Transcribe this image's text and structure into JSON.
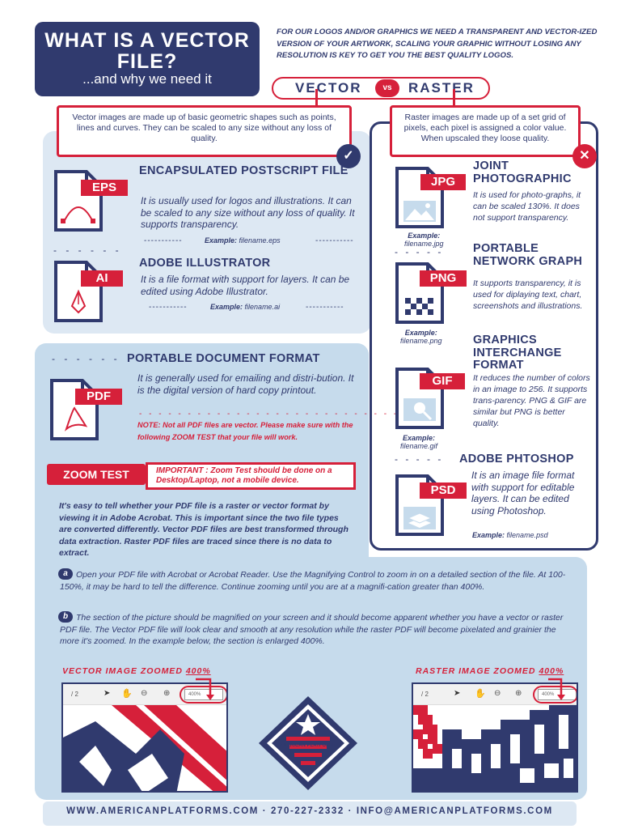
{
  "header": {
    "title": "WHAT IS A VECTOR FILE?",
    "subtitle": "...and why we need it",
    "intro": "FOR OUR LOGOS AND/OR GRAPHICS WE NEED A TRANSPARENT AND VECTOR-IZED VERSION OF YOUR ARTWORK, SCALING YOUR GRAPHIC WITHOUT LOSING ANY RESOLUTION IS KEY TO GET YOU THE BEST QUALITY LOGOS."
  },
  "banner": {
    "vector": "VECTOR",
    "vs": "vs",
    "raster": "RASTER"
  },
  "vector_callout": "Vector images are made up of basic geometric shapes such as points, lines and curves. They can be scaled to any size without any loss of quality.",
  "raster_callout": "Raster images are made up of a set grid of pixels, each pixel is assigned a color value. When upscaled they loose quality.",
  "vector_formats": [
    {
      "tag": "EPS",
      "title": "ENCAPSULATED POSTSCRIPT FILE",
      "body": "It is usually used for logos and illustrations. It can be scaled to any size without any loss of quality. It supports transparency.",
      "example_label": "Example:",
      "example_file": "filename.eps"
    },
    {
      "tag": "AI",
      "title": "ADOBE ILLUSTRATOR",
      "body": "It is a file format with support for layers. It can be edited using Adobe Illustrator.",
      "example_label": "Example:",
      "example_file": "filename.ai"
    }
  ],
  "pdf": {
    "tag": "PDF",
    "title": "PORTABLE DOCUMENT FORMAT",
    "body": "It is generally used for emailing and distri-bution. It is the digital  version of hard copy printout.",
    "note": "NOTE:  Not all PDF files are vector. Please make sure with the following ZOOM TEST that your file will work."
  },
  "zoom_test": {
    "tag": "ZOOM TEST",
    "important": "IMPORTANT :  Zoom Test should be done on a Desktop/Laptop, not a mobile device.",
    "paragraph": "It's easy to tell whether your PDF file is a raster or vector format by viewing it in Adobe Acrobat.  This is important since the two file types are converted differently. Vector PDF files are best transformed through data extraction. Raster PDF files are traced since there is no data to extract."
  },
  "raster_formats": [
    {
      "tag": "JPG",
      "title": "JOINT PHOTOGRAPHIC",
      "body": "It is used for photo-graphs, it can  be scaled 130%.  It does not support transparency.",
      "example_label": "Example:",
      "example_file": "filename.jpg"
    },
    {
      "tag": "PNG",
      "title": "PORTABLE NETWORK GRAPH",
      "body": "It supports transparency, it is used for diplaying text, chart, screenshots and illustrations.",
      "example_label": "Example:",
      "example_file": "filename.png"
    },
    {
      "tag": "GIF",
      "title": "GRAPHICS INTERCHANGE FORMAT",
      "body": "It reduces the number of colors in an image to 256. It supports trans-parency. PNG & GIF are similar but PNG is better quality.",
      "example_label": "Example:",
      "example_file": "filename.gif"
    },
    {
      "tag": "PSD",
      "title": "ADOBE PHTOSHOP",
      "body": "It is an image file format with support for editable layers. It can be edited using Photoshop.",
      "example_label": "Example:",
      "example_file": "filename.psd"
    }
  ],
  "steps": [
    {
      "letter": "a",
      "text": "Open your PDF file with Acrobat or Acrobat Reader. Use the Magnifying Control to zoom in on a detailed section of the file. At 100-150%, it may be hard to tell the difference. Continue zooming until you are at a magnifi-cation greater than 400%."
    },
    {
      "letter": "b",
      "text": "The section of the picture should be magnified on your screen and it should become apparent whether you have a vector or raster PDF file. The Vector PDF file will look clear and smooth at any resolution while the raster PDF will become pixelated and grainier the more it's zoomed. In the example below, the section is enlarged 400%."
    }
  ],
  "comparison": {
    "vector_label": "VECTOR IMAGE ZOOMED",
    "raster_label": "RASTER IMAGE ZOOMED",
    "zoom_value": "400%",
    "page_indicator": "/ 2",
    "zoom_field": "400%"
  },
  "logo_text": "AMERICAN PLATFORMS",
  "footer": "WWW.AMERICANPLATFORMS.COM · 270-227-2332 · INFO@AMERICANPLATFORMS.COM",
  "colors": {
    "navy": "#303a6e",
    "red": "#d6203a",
    "light_blue": "#c6dbec",
    "pale_blue": "#dde8f3"
  }
}
